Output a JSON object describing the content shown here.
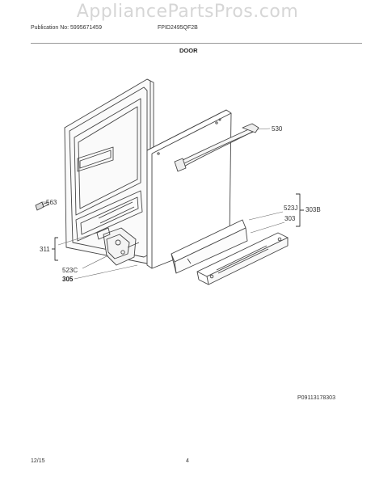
{
  "watermark": "AppliancePartsPros.com",
  "header": {
    "publication": "Publication No: 5995671459",
    "model": "FPID2495QF2B",
    "section": "DOOR"
  },
  "callouts": {
    "p530": "530",
    "p563": "563",
    "p523J": "523J",
    "p303B": "303B",
    "p303": "303",
    "p311": "311",
    "p523C": "523C",
    "p305": "305"
  },
  "footer": {
    "ref_code": "P09113178303",
    "date": "12/15",
    "page": "4"
  }
}
